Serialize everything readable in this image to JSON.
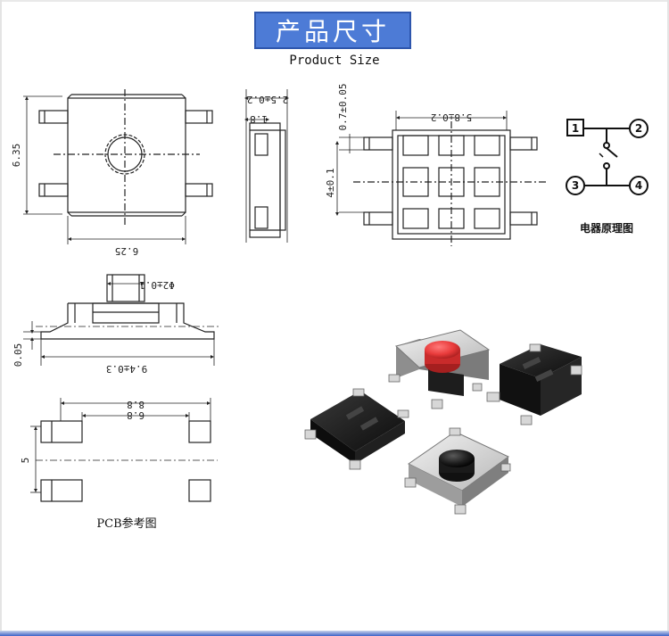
{
  "header": {
    "title": "产品尺寸",
    "subtitle": "Product Size"
  },
  "dimensions": {
    "top_height": "6.35",
    "top_width": "6.25",
    "side_top": "2.5±0.2",
    "side_second": "1.8",
    "bottom_vertical_top": "0.7±0.05",
    "bottom_vertical_mid": "4±0.1",
    "bottom_width": "5.8±0.2",
    "front_stem": "Φ2±0.1",
    "front_width": "9.4±0.3",
    "front_height": "0.05",
    "pcb_outer": "8.8",
    "pcb_inner": "6.8",
    "pcb_height": "5"
  },
  "schematic": {
    "pins": [
      "1",
      "2",
      "3",
      "4"
    ],
    "label": "电器原理图"
  },
  "pcb": {
    "label": "PCB参考图"
  },
  "colors": {
    "banner": "#4d7bd6",
    "button_red": "#e83a3a",
    "button_black": "#1e1e1e",
    "metal": "#cfcfcf"
  }
}
